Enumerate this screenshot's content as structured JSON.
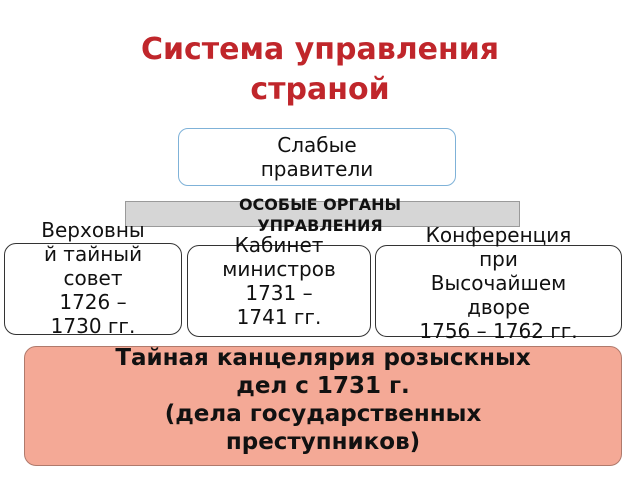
{
  "title": {
    "line1": "Система управления",
    "line2": "страной"
  },
  "weak_rulers": {
    "line1": "Слабые",
    "line2": "правители"
  },
  "special_organs": {
    "line1": "ОСОБЫЕ ОРГАНЫ",
    "line2": "УПРАВЛЕНИЯ"
  },
  "organs": [
    {
      "lines": [
        "Верховны",
        "й тайный",
        "совет",
        "1726 –",
        "1730 гг."
      ]
    },
    {
      "lines": [
        "Кабинет",
        "министров",
        "1731 –",
        "1741 гг."
      ]
    },
    {
      "lines": [
        "Конференция",
        "при",
        "Высочайшем",
        "дворе",
        "1756 – 1762 гг."
      ]
    }
  ],
  "secret_chancellery": {
    "line1": "Тайная канцелярия розыскных",
    "line2": "дел с 1731 г.",
    "line3": "(дела государственных",
    "line4": "преступников)"
  }
}
